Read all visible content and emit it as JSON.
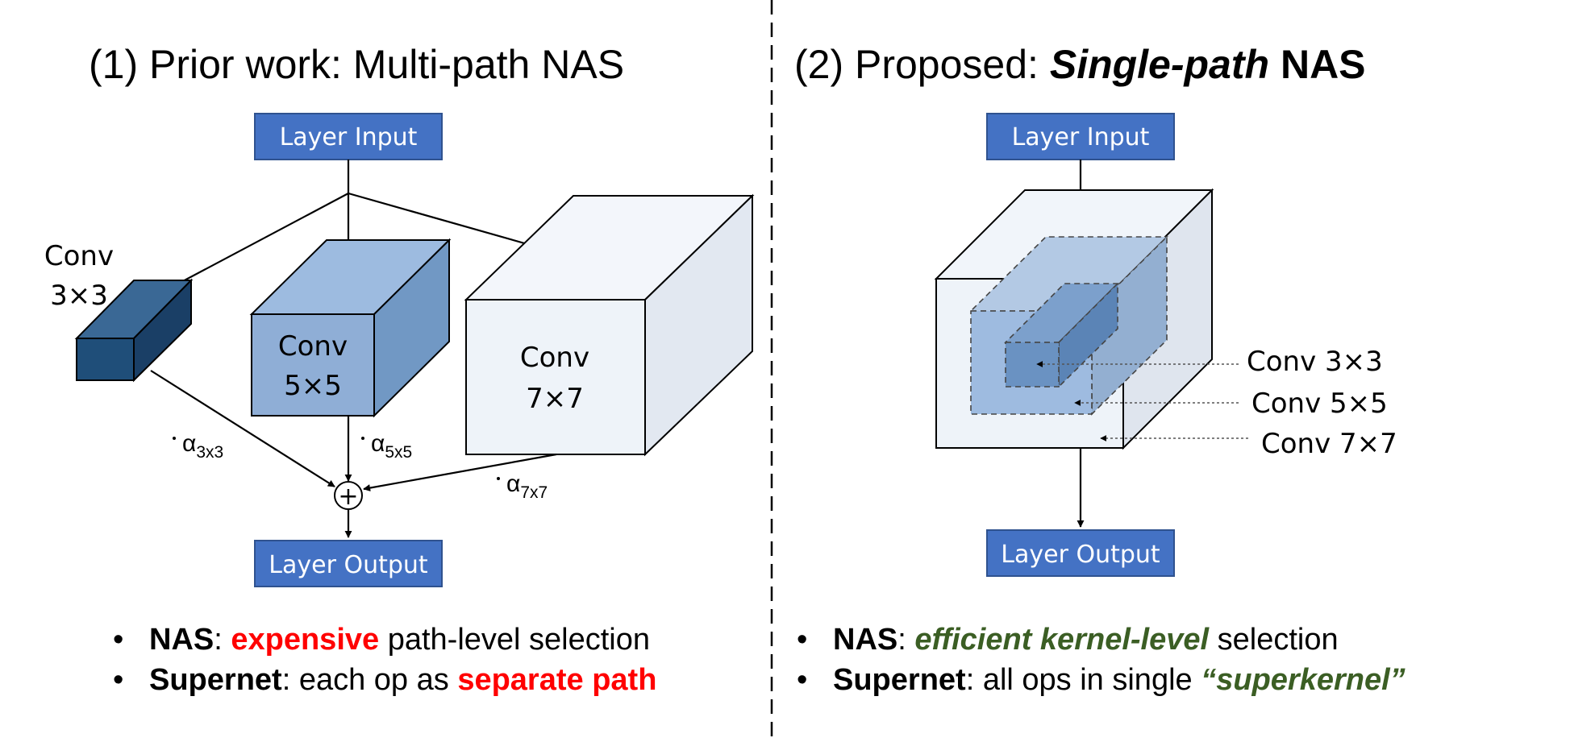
{
  "left_panel": {
    "title": "(1) Prior work: Multi-path NAS",
    "input_label": "Layer Input",
    "output_label": "Layer Output",
    "conv3_line1": "Conv",
    "conv3_line2": "3×3",
    "conv5_line1": "Conv",
    "conv5_line2": "5×5",
    "conv7_line1": "Conv",
    "conv7_line2": "7×7",
    "alpha_symbol": "α",
    "alpha3_sub": "3x3",
    "alpha5_sub": "5x5",
    "alpha7_sub": "7x7",
    "plus_symbol": "+",
    "bullet_symbol": "•",
    "bullet1": {
      "term": "NAS",
      "sep": ":",
      "highlight": "expensive",
      "rest": "path-level selection"
    },
    "bullet2": {
      "term": "Supernet",
      "sep": ":",
      "pre": "each op as",
      "highlight": "separate path"
    }
  },
  "right_panel": {
    "title_prefix": "(2) Proposed:",
    "title_italic": "Single-path",
    "title_suffix": "NAS",
    "input_label": "Layer Input",
    "output_label": "Layer Output",
    "conv3": "Conv 3×3",
    "conv5": "Conv 5×5",
    "conv7": "Conv 7×7",
    "bullet_symbol": "•",
    "bullet1": {
      "term": "NAS",
      "sep": ":",
      "highlight": "efficient kernel-level",
      "rest": "selection"
    },
    "bullet2": {
      "term": "Supernet",
      "sep": ":",
      "pre": "all ops in single",
      "highlight": "“superkernel”"
    }
  },
  "colors": {
    "box_blue": "#4472c4",
    "box_border": "#2f528f",
    "red_emphasis": "#ff0000",
    "green_emphasis": "#3b5e24",
    "dark_cube": "#1f4e79",
    "mid_cube": "#8faed6",
    "light_cube": "#eef3f9"
  }
}
